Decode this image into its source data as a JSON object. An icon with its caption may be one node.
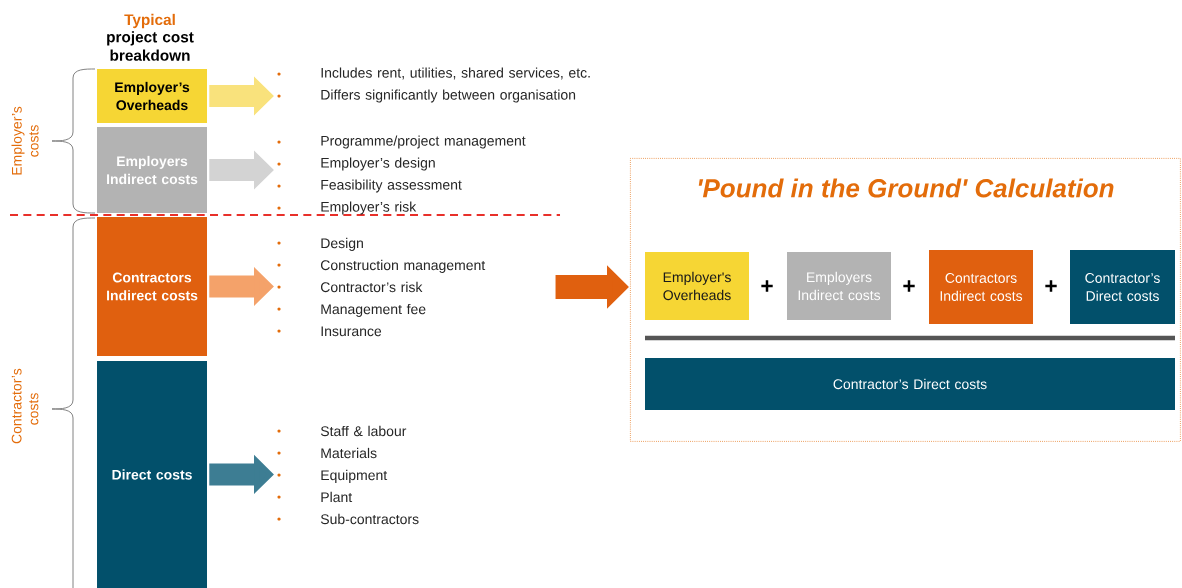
{
  "diagram": {
    "nodes": [
      {
        "text": [
          "Employer’s Overheads"
        ]
      },
      {
        "text": [
          "Employers Indirect costs"
        ]
      },
      {
        "text": [
          "Contractors Indirect costs"
        ]
      },
      {
        "text": [
          "Direct costs"
        ]
      },
      {
        "text": [
          "Includes rent, utilities, shared services, etc.",
          "Differs significantly between organisation"
        ]
      },
      {
        "text": [
          "Programme/project management",
          "Employer’s design",
          "Feasibility assessment",
          "Employer’s risk"
        ]
      },
      {
        "text": [
          "Design",
          "Construction management",
          "Contractor’s risk",
          "Management  fee",
          "Insurance"
        ]
      },
      {
        "text": [
          "Staff & labour",
          "Materials",
          "Equipment",
          "Plant",
          "Sub-contractors"
        ]
      },
      {
        "text": [
          "'Pound in the Ground' Calculation"
        ]
      },
      {
        "text": [
          "Employer's Overheads"
        ],
        "in": 8
      },
      {
        "text": [
          "Employers Indirect costs"
        ],
        "in": 8
      },
      {
        "text": [
          "Contractors Indirect costs"
        ],
        "in": 8
      },
      {
        "text": [
          "Contractor’s Direct costs"
        ],
        "in": 8
      },
      {
        "text": [
          "Contractor’s Direct costs"
        ],
        "in": 8
      }
    ],
    "edges": [
      {
        "from": 0,
        "to": 4,
        "arrow": "to",
        "color": "#f9e27c"
      },
      {
        "from": 1,
        "to": 5,
        "arrow": "to",
        "color": "#d3d3d3"
      },
      {
        "from": 2,
        "to": 6,
        "arrow": "to",
        "color": "#f4a26a"
      },
      {
        "from": 3,
        "to": 7,
        "arrow": "to",
        "color": "#3d7d93"
      },
      {
        "from": 6,
        "to": 8,
        "arrow": "to",
        "color": "#e0600f"
      }
    ],
    "labels": [
      "Typical",
      "project cost breakdown",
      "Employer’s costs",
      "Contractor’s costs",
      "+",
      "+",
      "+"
    ]
  }
}
